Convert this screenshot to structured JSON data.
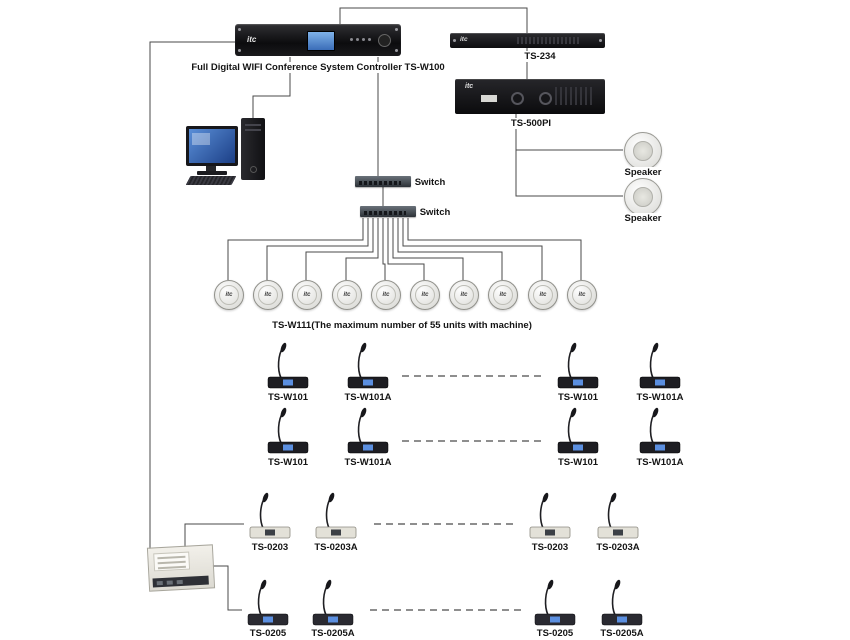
{
  "brand": "itc",
  "colors": {
    "wire": "#4a4a4a",
    "screen_blue": "#5b8fe0",
    "device_dark": "#141418"
  },
  "devices": {
    "controller": {
      "label": "Full Digital WIFI Conference System Controller TS-W100"
    },
    "ts234": {
      "label": "TS-234"
    },
    "ts500pi": {
      "label": "TS-500PI"
    },
    "speaker_top": {
      "label": "Speaker"
    },
    "speaker_bottom": {
      "label": "Speaker"
    },
    "switch_top": {
      "label": "Switch"
    },
    "switch_bottom": {
      "label": "Switch"
    },
    "wifi_units": {
      "label": "TS-W111(The maximum number of 55 units with machine)",
      "count": 10
    }
  },
  "mic_rows": {
    "row1": [
      "TS-W101",
      "TS-W101A",
      "TS-W101",
      "TS-W101A"
    ],
    "row2": [
      "TS-W101",
      "TS-W101A",
      "TS-W101",
      "TS-W101A"
    ],
    "row3": [
      "TS-0203",
      "TS-0203A",
      "TS-0203",
      "TS-0203A"
    ],
    "row4": [
      "TS-0205",
      "TS-0205A",
      "TS-0205",
      "TS-0205A"
    ]
  }
}
